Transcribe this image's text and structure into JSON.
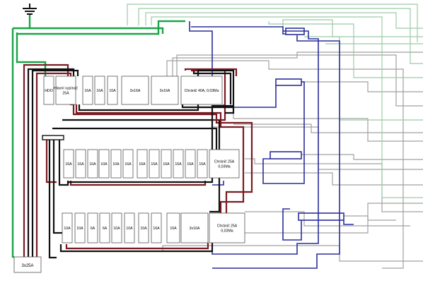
{
  "colors": {
    "green": "#1aa34a",
    "blue": "#2a2f9a",
    "red": "#7a1a22",
    "black": "#111111",
    "gray": "#a0a0a0",
    "lightgreen": "#9ccaa6"
  },
  "icons": {
    "ground": "ground-symbol-icon"
  },
  "rows": [
    {
      "name": "top",
      "modules": [
        {
          "label": [
            "HDO"
          ]
        },
        {
          "label": [
            "Hlavní vypínač",
            "25A"
          ]
        },
        {
          "label": [
            "16A"
          ]
        },
        {
          "label": [
            "16A"
          ]
        },
        {
          "label": [
            "16A"
          ]
        },
        {
          "label": [
            "3x16A"
          ]
        },
        {
          "label": [
            "3x16A"
          ]
        },
        {
          "label": [
            "Chránič 40A, 0,03Ma"
          ]
        }
      ]
    },
    {
      "name": "middle",
      "modules": [
        {
          "label": [
            "16A"
          ]
        },
        {
          "label": [
            "16A"
          ]
        },
        {
          "label": [
            "10A"
          ]
        },
        {
          "label": [
            "10A"
          ]
        },
        {
          "label": [
            "10A"
          ]
        },
        {
          "label": [
            "16A"
          ]
        },
        {
          "label": [
            "16A"
          ]
        },
        {
          "label": [
            "16A"
          ]
        },
        {
          "label": [
            "16A"
          ]
        },
        {
          "label": [
            "16A"
          ]
        },
        {
          "label": [
            "16A"
          ]
        },
        {
          "label": [
            "16A"
          ]
        },
        {
          "label": [
            "Chránič 25A",
            "0,03Ma"
          ]
        }
      ]
    },
    {
      "name": "bottom",
      "modules": [
        {
          "label": [
            "10A"
          ]
        },
        {
          "label": [
            "10A"
          ]
        },
        {
          "label": [
            "6A"
          ]
        },
        {
          "label": [
            "6A"
          ]
        },
        {
          "label": [
            "10A"
          ]
        },
        {
          "label": [
            "10A"
          ]
        },
        {
          "label": [
            "10A"
          ]
        },
        {
          "label": [
            "16A"
          ]
        },
        {
          "label": [
            "16A"
          ]
        },
        {
          "label": [
            "3x16A"
          ]
        },
        {
          "label": [
            "Chránič 25A",
            "0,03Ma"
          ]
        }
      ]
    }
  ],
  "main_feed": {
    "label": "3x25A"
  }
}
